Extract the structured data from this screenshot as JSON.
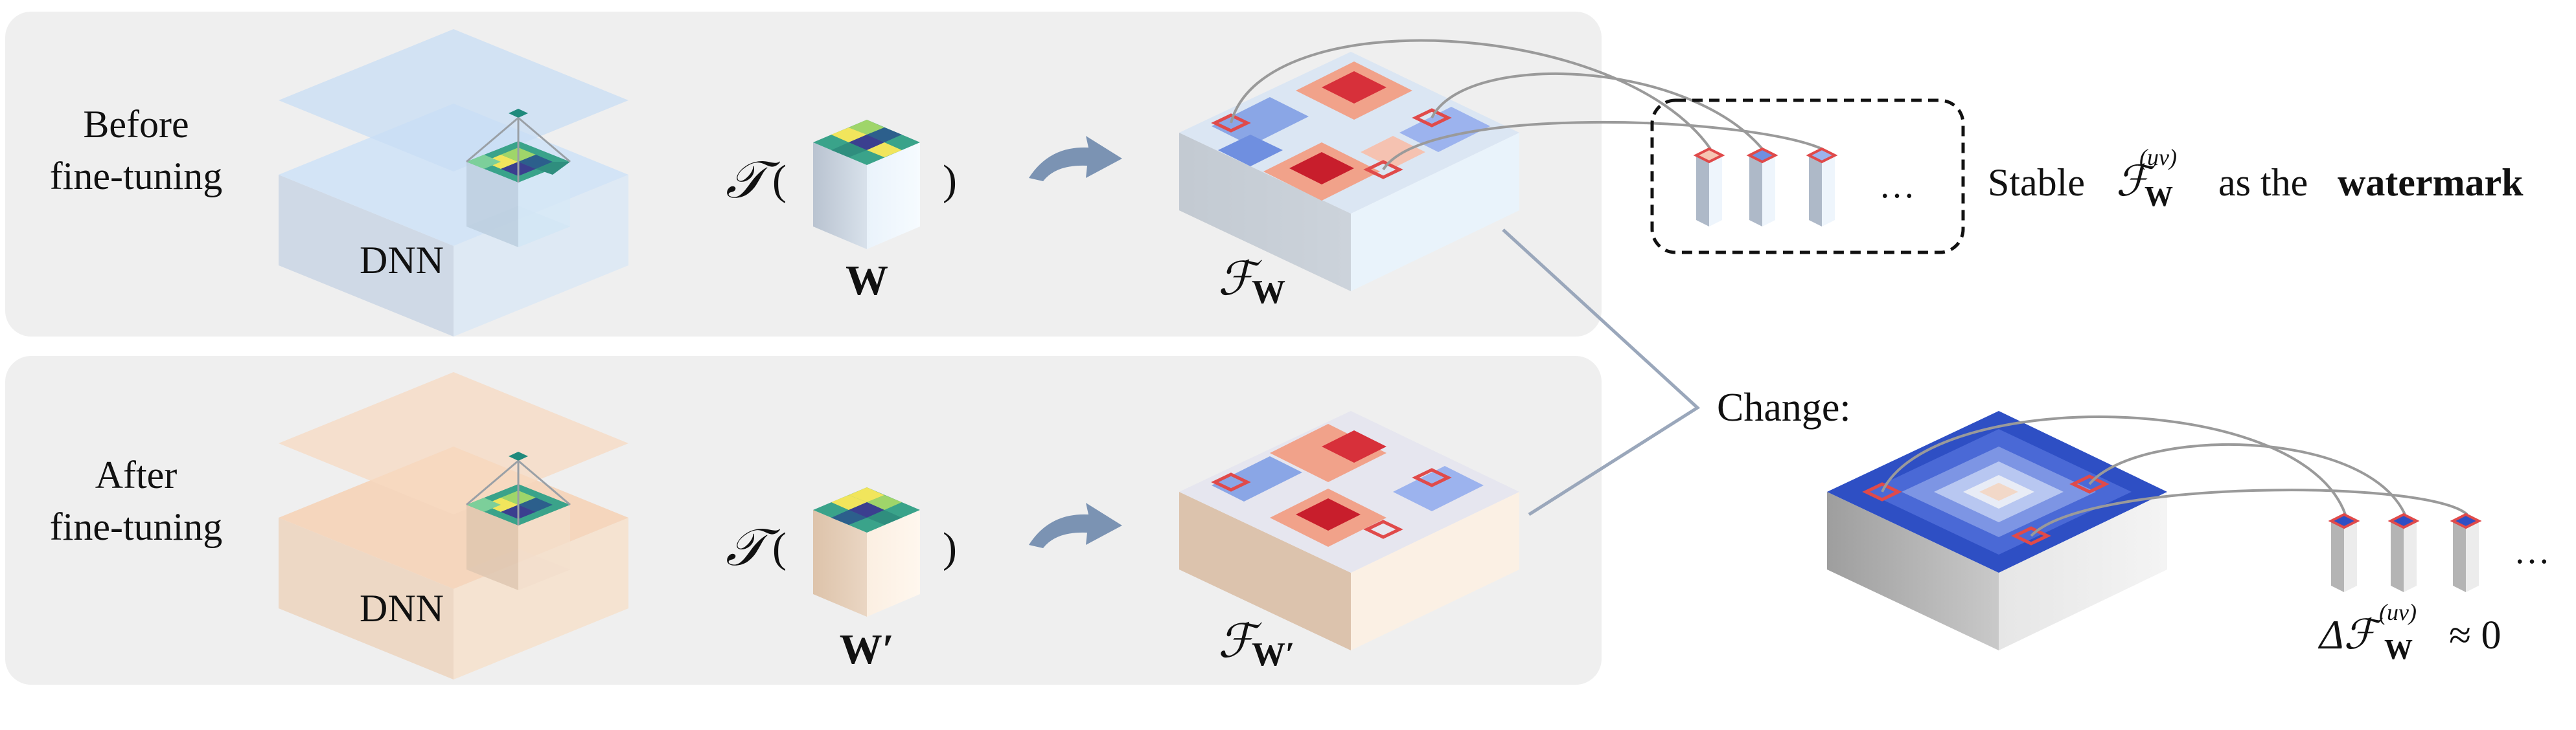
{
  "top_panel": {
    "label_line1": "Before",
    "label_line2": "fine-tuning",
    "dnn_label": "DNN",
    "weight_symbol": "W",
    "feature_symbol_sub": "W"
  },
  "bottom_panel": {
    "label_line1": "After",
    "label_line2": "fine-tuning",
    "dnn_label": "DNN",
    "weight_symbol": "W′",
    "feature_symbol_sub": "W′"
  },
  "transform_symbol": "𝒯",
  "open_paren": "(",
  "close_paren": ")",
  "feature_symbol": "ℱ",
  "watermark": {
    "prefix": "Stable",
    "symbol": "ℱ",
    "sub": "W",
    "sup": "(uv)",
    "middle": "as the",
    "bold": "watermark",
    "ellipsis": "…"
  },
  "change": {
    "label": "Change:",
    "ellipsis": "…",
    "delta_symbol": "Δℱ",
    "sub": "W",
    "sup": "(uv)",
    "approx": "≈ 0"
  },
  "colors": {
    "top_panel_tint": "#c9dcf2",
    "bottom_panel_tint": "#f6d2b5",
    "panel_bg": "#efefef",
    "highlight": "#e04a4a",
    "arrow": "#7b93b3"
  },
  "icons": [
    "curved-arrow-icon",
    "dashed-selection-box"
  ]
}
